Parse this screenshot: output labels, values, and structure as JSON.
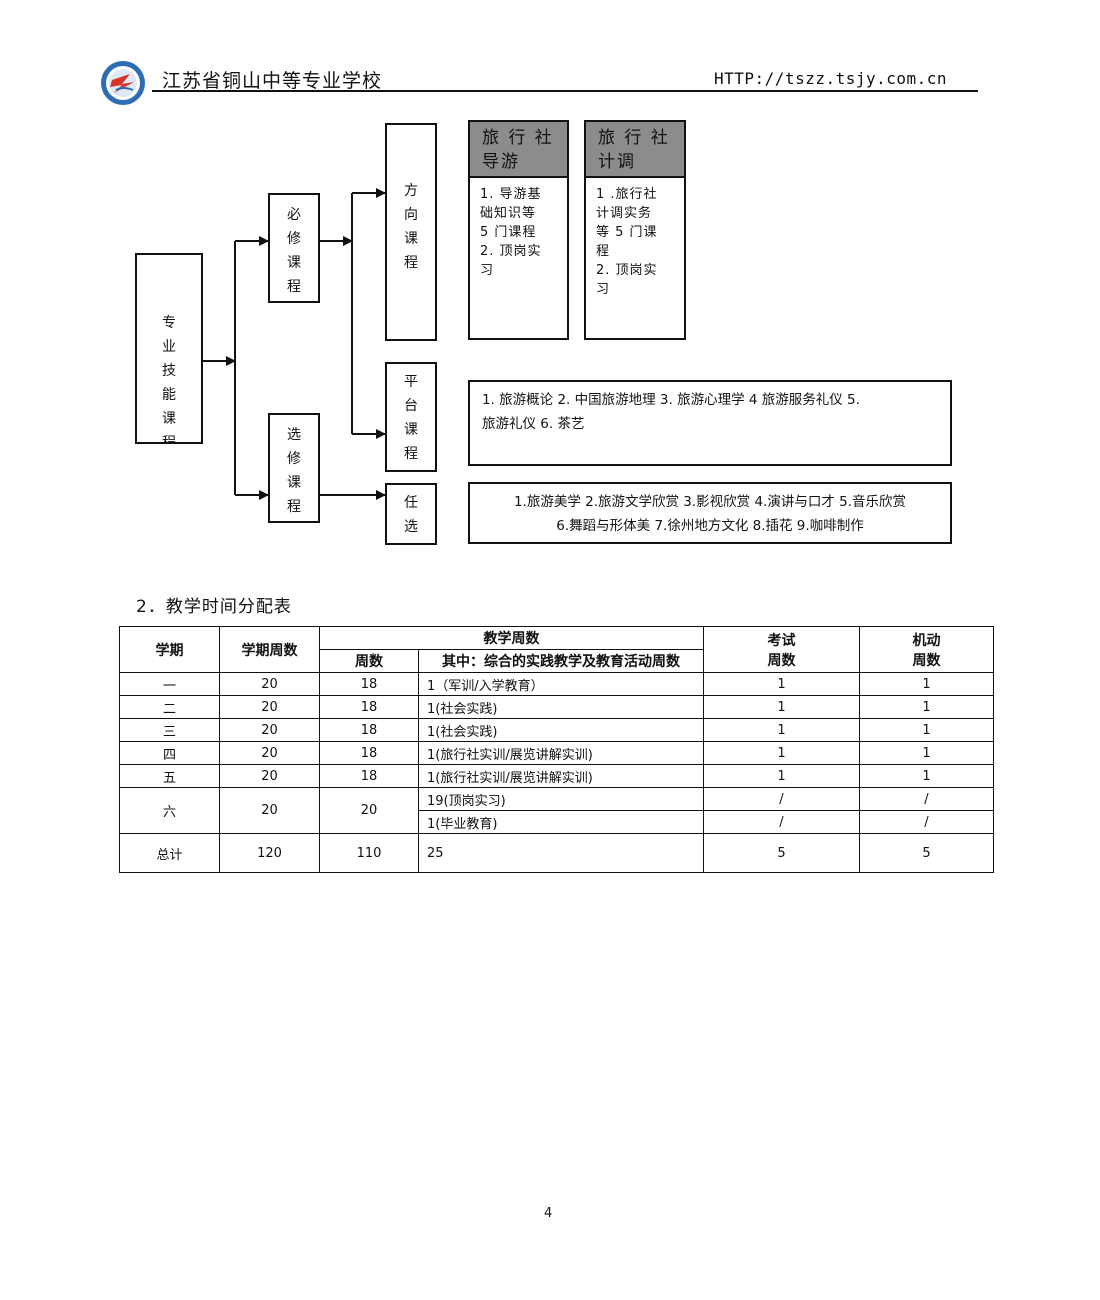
{
  "header": {
    "school_name": "江苏省铜山中等专业学校",
    "url": "HTTP://tszz.tsjy.com.cn"
  },
  "diagram": {
    "root": "专业技能课程",
    "required": "必修课程",
    "elective": "选修课程",
    "direction": "方向课程",
    "platform": "平台课程",
    "optional": "任选",
    "track1": {
      "title_line1": "旅 行 社",
      "title_line2": "导游",
      "body": [
        "1. 导游基",
        "础知识等",
        "5 门课程",
        "2. 顶岗实",
        "习"
      ]
    },
    "track2": {
      "title_line1": "旅 行 社",
      "title_line2": "计调",
      "body": [
        "1 .旅行社",
        "计调实务",
        "等 5 门课",
        "程",
        "2. 顶岗实",
        "习"
      ]
    },
    "platform_list": [
      "1. 旅游概论 2. 中国旅游地理 3. 旅游心理学 4 旅游服务礼仪 5.",
      "旅游礼仪 6. 茶艺"
    ],
    "optional_list": [
      "1.旅游美学 2.旅游文学欣赏 3.影视欣赏 4.演讲与口才 5.音乐欣赏",
      "6.舞蹈与形体美 7.徐州地方文化 8.插花 9.咖啡制作"
    ]
  },
  "section_title": "2．教学时间分配表",
  "table": {
    "headers": {
      "term": "学期",
      "term_weeks": "学期周数",
      "teaching_weeks": "教学周数",
      "weeks": "周数",
      "practice_weeks": "其中：综合的实践教学及教育活动周数",
      "exam_line1": "考试",
      "exam_line2": "周数",
      "flex_line1": "机动",
      "flex_line2": "周数"
    },
    "rows": [
      {
        "term": "一",
        "term_weeks": "20",
        "weeks": "18",
        "practice": "1（军训/入学教育）",
        "exam": "1",
        "flex": "1"
      },
      {
        "term": "二",
        "term_weeks": "20",
        "weeks": "18",
        "practice": "1(社会实践)",
        "exam": "1",
        "flex": "1"
      },
      {
        "term": "三",
        "term_weeks": "20",
        "weeks": "18",
        "practice": "1(社会实践)",
        "exam": "1",
        "flex": "1"
      },
      {
        "term": "四",
        "term_weeks": "20",
        "weeks": "18",
        "practice": "1(旅行社实训/展览讲解实训)",
        "exam": "1",
        "flex": "1"
      },
      {
        "term": "五",
        "term_weeks": "20",
        "weeks": "18",
        "practice": "1(旅行社实训/展览讲解实训)",
        "exam": "1",
        "flex": "1"
      }
    ],
    "row6": {
      "term": "六",
      "term_weeks": "20",
      "weeks": "20",
      "practice_a": "19(顶岗实习)",
      "exam_a": "/",
      "flex_a": "/",
      "practice_b": "1(毕业教育)",
      "exam_b": "/",
      "flex_b": "/"
    },
    "total": {
      "term": "总计",
      "term_weeks": "120",
      "weeks": "110",
      "practice": "25",
      "exam": "5",
      "flex": "5"
    }
  },
  "page_number": "4"
}
